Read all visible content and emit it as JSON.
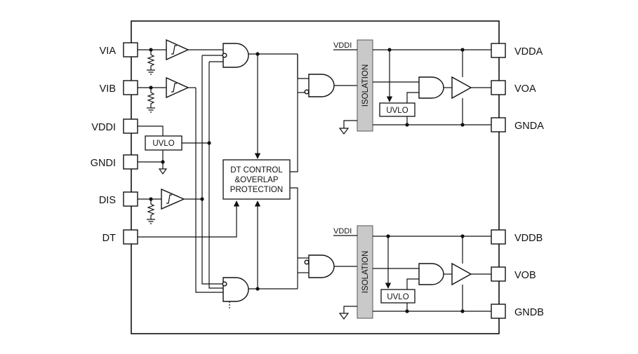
{
  "pins_left": {
    "via": "VIA",
    "vib": "VIB",
    "vddi": "VDDI",
    "gndi": "GNDI",
    "dis": "DIS",
    "dt": "DT"
  },
  "pins_right": {
    "vdda": "VDDA",
    "voa": "VOA",
    "gnda": "GNDA",
    "vddb": "VDDB",
    "vob": "VOB",
    "gndb": "GNDB"
  },
  "blocks": {
    "uvlo_input": "UVLO",
    "uvlo_a": "UVLO",
    "uvlo_b": "UVLO",
    "dt_control_line1": "DT CONTROL",
    "dt_control_line2": "&OVERLAP",
    "dt_control_line3": "PROTECTION",
    "isolation_a": "ISOLATION",
    "isolation_b": "ISOLATION",
    "vddi_tag_a": "VDDI",
    "vddi_tag_b": "VDDI"
  }
}
